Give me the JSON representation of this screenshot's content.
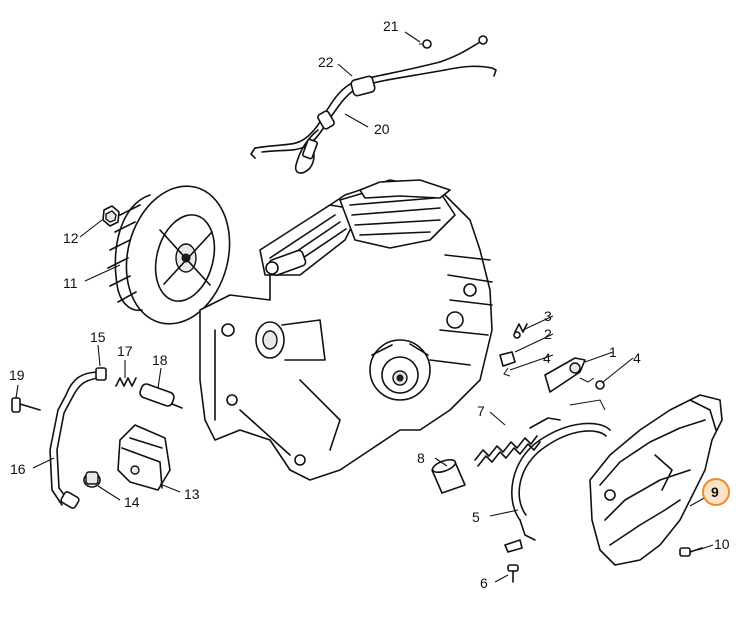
{
  "callouts": [
    "1",
    "2",
    "3",
    "4",
    "4",
    "5",
    "6",
    "7",
    "8",
    "9",
    "10",
    "11",
    "12",
    "13",
    "14",
    "15",
    "16",
    "17",
    "18",
    "19",
    "20",
    "21",
    "22"
  ],
  "highlighted_part": "9",
  "colors": {
    "highlight_stroke": "#f08a24",
    "highlight_fill": "#fbe3c8",
    "line": "#111111"
  }
}
